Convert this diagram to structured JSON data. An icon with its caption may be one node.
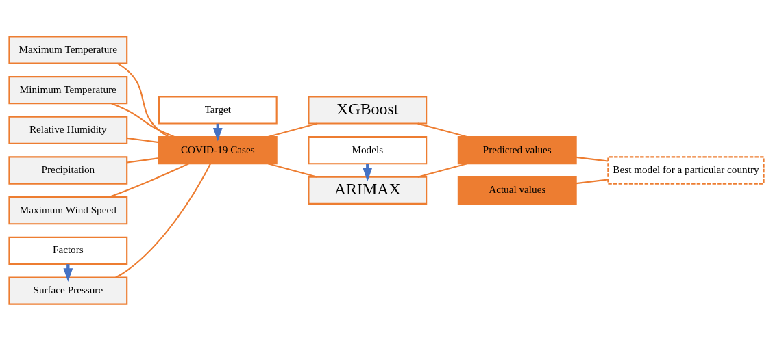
{
  "diagram": {
    "nodes": [
      {
        "text": [
          "Maximum Temperature"
        ]
      },
      {
        "text": [
          "Minimum Temperature"
        ]
      },
      {
        "text": [
          "Relative Humidity"
        ]
      },
      {
        "text": [
          "Precipitation"
        ]
      },
      {
        "text": [
          "Maximum Wind Speed"
        ]
      },
      {
        "text": [
          "Surface Pressure"
        ]
      },
      {
        "text": [
          "Factors"
        ]
      },
      {
        "text": [
          "Target"
        ]
      },
      {
        "text": [
          "COVID-19 Cases"
        ]
      },
      {
        "text": [
          "Models"
        ]
      },
      {
        "text": [
          "ARIMAX"
        ]
      },
      {
        "text": [
          "XGBoost"
        ]
      },
      {
        "text": [
          "Predicted values"
        ]
      },
      {
        "text": [
          "Actual values"
        ]
      },
      {
        "text": [
          "Best model for a particular country"
        ]
      }
    ],
    "edges": [
      {
        "from": 6,
        "to": 5,
        "arrow": "to",
        "style": "thick",
        "color": "#4472c4"
      },
      {
        "from": 0,
        "to": 8,
        "arrow": "none"
      },
      {
        "from": 1,
        "to": 8,
        "arrow": "none"
      },
      {
        "from": 2,
        "to": 8,
        "arrow": "none"
      },
      {
        "from": 3,
        "to": 8,
        "arrow": "none"
      },
      {
        "from": 4,
        "to": 8,
        "arrow": "none"
      },
      {
        "from": 5,
        "to": 8,
        "arrow": "none"
      },
      {
        "from": 7,
        "to": 8,
        "arrow": "to",
        "style": "thick",
        "color": "#4472c4"
      },
      {
        "from": 8,
        "to": 10,
        "arrow": "none"
      },
      {
        "from": 8,
        "to": 11,
        "arrow": "none"
      },
      {
        "from": 9,
        "to": 10,
        "arrow": "to",
        "style": "thick",
        "color": "#4472c4"
      },
      {
        "from": 10,
        "to": 12,
        "arrow": "none"
      },
      {
        "from": 11,
        "to": 12,
        "arrow": "none"
      },
      {
        "from": 12,
        "to": 14,
        "arrow": "none"
      },
      {
        "from": 13,
        "to": 14,
        "arrow": "none"
      }
    ]
  }
}
